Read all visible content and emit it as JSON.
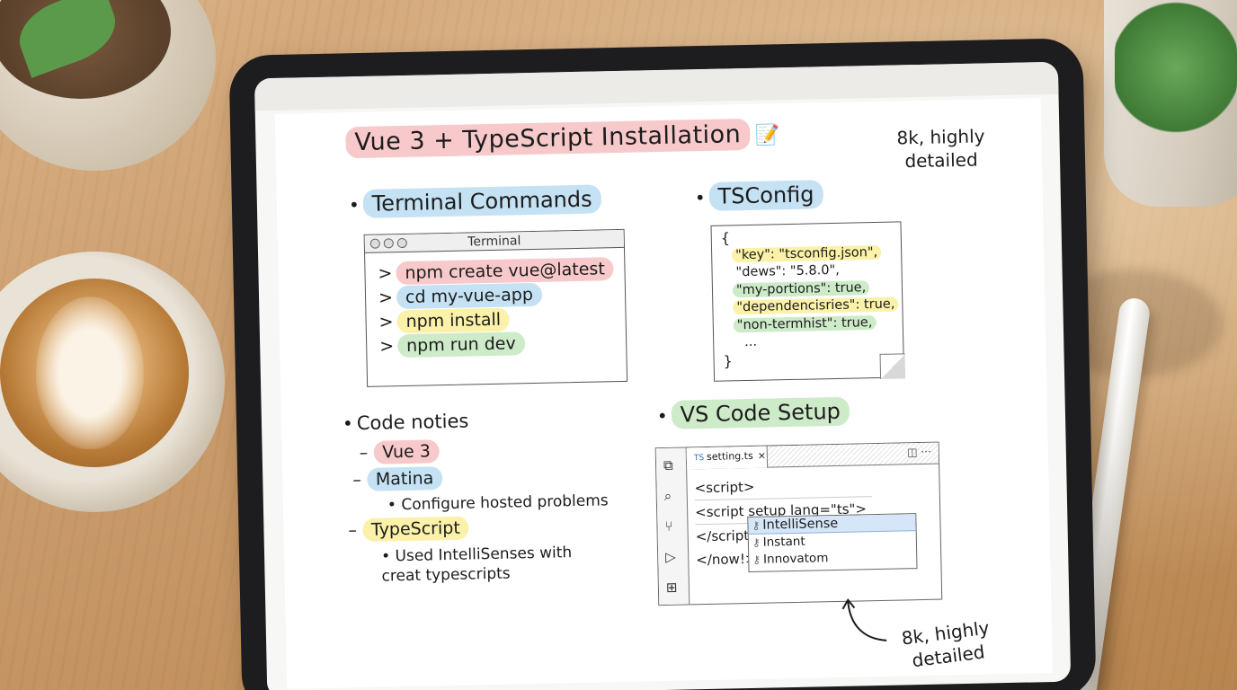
{
  "header": {
    "title": "Vue 3 + TypeScript Installation",
    "title_icon": "memo-icon",
    "corner_note": "8k, highly detailed"
  },
  "terminal_section": {
    "heading": "Terminal Commands",
    "window_title": "Terminal",
    "commands": [
      "npm create vue@latest",
      "cd my-vue-app",
      "npm install",
      "npm run dev"
    ]
  },
  "tsconfig_section": {
    "heading": "TSConfig",
    "open_brace": "{",
    "lines": [
      "\"key\": \"tsconfig.json\",",
      "\"dews\": \"5.8.0\",",
      "\"my-portions\": true,",
      "\"dependencisries\": true,",
      "\"non-termhist\": true,"
    ],
    "ellipsis": "...",
    "close_brace": "}"
  },
  "notes_section": {
    "heading": "Code noties",
    "items": [
      {
        "label": "Vue 3"
      },
      {
        "label": "Matina",
        "sub": "Configure hosted problems"
      },
      {
        "label": "TypeScript",
        "sub": "Used IntelliSenses with creat typescripts"
      }
    ]
  },
  "vscode_section": {
    "heading": "VS Code Setup",
    "tab": {
      "icon_text": "TS",
      "filename": "setting.ts",
      "close": "×"
    },
    "tab_tools": "◫  ···",
    "code_lines": [
      "<script>",
      "<script setup lang=\"ts\">",
      "</script",
      "</now!>"
    ],
    "suggestions": [
      "IntelliSense",
      "Instant",
      "Innovatom"
    ],
    "selected_suggestion": "IntelliSense"
  },
  "bottom_note": "8k, highly detailed",
  "colors": {
    "highlight_pink": "#f8c9cb",
    "highlight_blue": "#c5e2f4",
    "highlight_yellow": "#fbf1a8",
    "highlight_green": "#cdebc8"
  }
}
